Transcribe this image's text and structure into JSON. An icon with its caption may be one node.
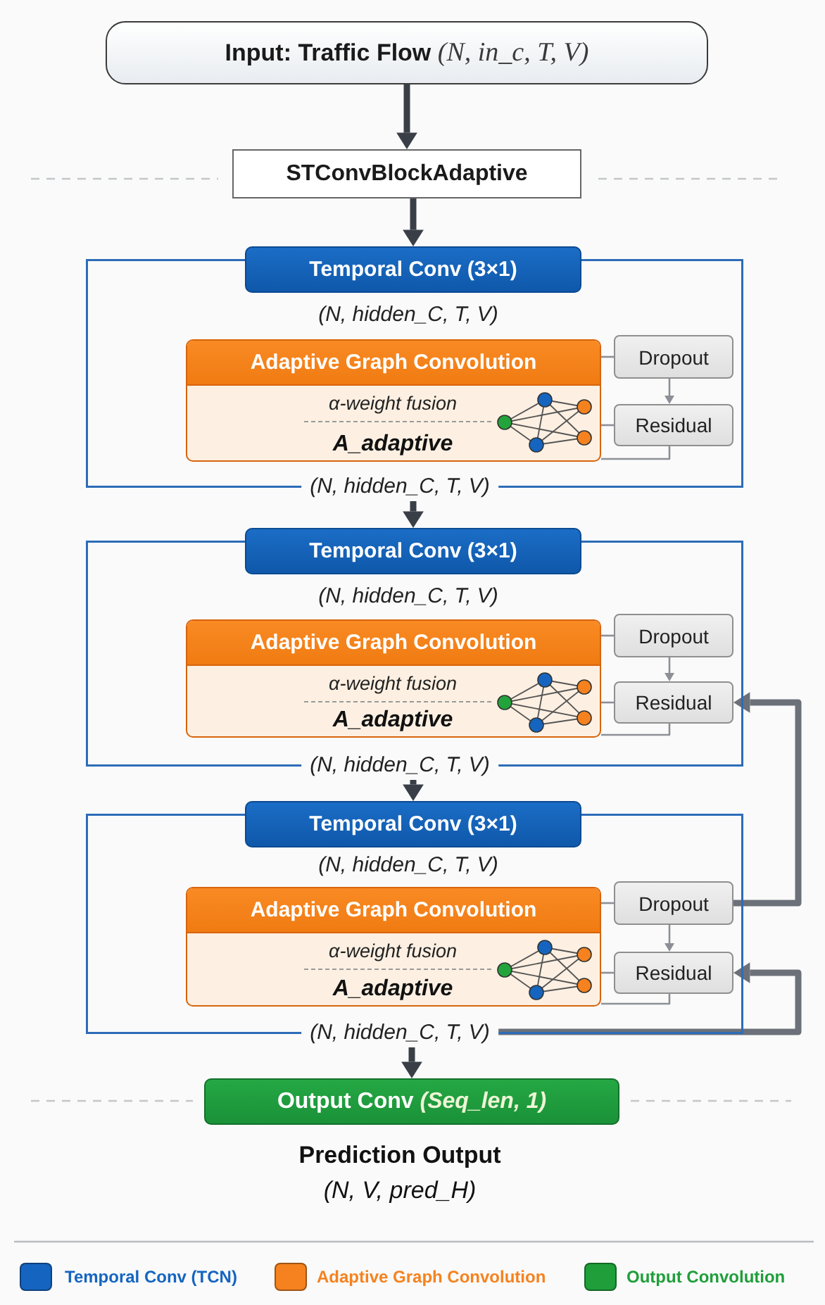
{
  "diagram": {
    "nodes": [
      {
        "text": [
          "Input: Traffic Flow *(N, in_c, T, V)*"
        ]
      },
      {
        "text": [
          "STConvBlockAdaptive"
        ]
      },
      {
        "text": [
          "(N, hidden_C, T, V)",
          "(N, hidden_C, T, V)"
        ]
      },
      {
        "text": [
          "Temporal Conv (3×1)"
        ]
      },
      {
        "text": [
          "Adaptive Graph Convolution",
          "α-weight fusion",
          "A_adaptive"
        ],
        "in": 2
      },
      {
        "text": [
          "Dropout"
        ],
        "in": 2
      },
      {
        "text": [
          "Residual"
        ],
        "in": 2
      },
      {
        "text": [
          "(N, hidden_C, T, V)",
          "(N, hidden_C, T, V)"
        ]
      },
      {
        "text": [
          "Temporal Conv (3×1)"
        ]
      },
      {
        "text": [
          "Adaptive Graph Convolution",
          "α-weight fusion",
          "A_adaptive"
        ],
        "in": 7
      },
      {
        "text": [
          "Dropout"
        ],
        "in": 7
      },
      {
        "text": [
          "Residual"
        ],
        "in": 7
      },
      {
        "text": [
          "(N, hidden_C, T, V)",
          "(N, hidden_C, T, V)"
        ]
      },
      {
        "text": [
          "Temporal Conv (3×1)"
        ]
      },
      {
        "text": [
          "Adaptive Graph Convolution",
          "α-weight fusion",
          "A_adaptive"
        ],
        "in": 12
      },
      {
        "text": [
          "Dropout"
        ],
        "in": 12
      },
      {
        "text": [
          "Residual"
        ],
        "in": 12
      },
      {
        "text": [
          "Output Conv *(Seq_len, 1)*"
        ],
        "beside": [
          "Prediction Output",
          "(N, V, pred_H)"
        ]
      }
    ],
    "edges": [
      {
        "from": 0,
        "to": 1,
        "arrow": "to",
        "style": "thick",
        "color": "#3a3f47"
      },
      {
        "from": 1,
        "to": 3,
        "arrow": "to",
        "style": "thick",
        "color": "#3a3f47"
      },
      {
        "from": 4,
        "to": 5,
        "arrow": "none"
      },
      {
        "from": 4,
        "to": 6,
        "arrow": "none"
      },
      {
        "from": 5,
        "to": 6,
        "arrow": "to"
      },
      {
        "from": 6,
        "to": 4,
        "arrow": "none"
      },
      {
        "from": 2,
        "to": 8,
        "arrow": "to",
        "style": "thick",
        "color": "#3a3f47"
      },
      {
        "from": 9,
        "to": 10,
        "arrow": "none"
      },
      {
        "from": 9,
        "to": 11,
        "arrow": "none"
      },
      {
        "from": 10,
        "to": 11,
        "arrow": "to"
      },
      {
        "from": 11,
        "to": 9,
        "arrow": "none"
      },
      {
        "from": 7,
        "to": 13,
        "arrow": "to",
        "style": "thick",
        "color": "#3a3f47"
      },
      {
        "from": 14,
        "to": 15,
        "arrow": "none"
      },
      {
        "from": 14,
        "to": 16,
        "arrow": "none"
      },
      {
        "from": 15,
        "to": 16,
        "arrow": "to"
      },
      {
        "from": 16,
        "to": 14,
        "arrow": "none"
      },
      {
        "from": 15,
        "to": 11,
        "arrow": "to",
        "style": "thick",
        "color": "#6b7079"
      },
      {
        "from": 12,
        "to": 16,
        "arrow": "to",
        "style": "thick",
        "color": "#6b7079"
      },
      {
        "from": 12,
        "to": 17,
        "arrow": "to",
        "style": "thick",
        "color": "#3a3f47"
      }
    ],
    "legend": [
      {
        "text": "Temporal Conv (TCN)",
        "color": "#1565c0"
      },
      {
        "text": "Adaptive Graph Convolution",
        "color": "#f5821f"
      },
      {
        "text": "Output Convolution",
        "color": "#1f9e3a"
      }
    ]
  }
}
